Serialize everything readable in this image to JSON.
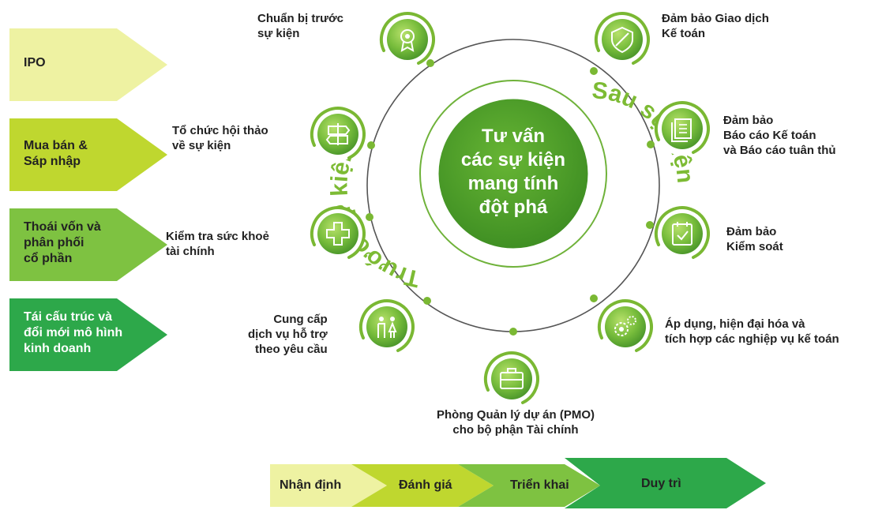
{
  "colors": {
    "arrow1": "#eef2a2",
    "arrow2": "#bfd72f",
    "arrow3": "#7ec241",
    "arrow4": "#2da84a",
    "ring": "#555555",
    "node_dot": "#7ab833",
    "icon_green_dark": "#4f9a2c",
    "icon_green_light": "#9fd356",
    "center_outer": "#5aa72f",
    "center_inner": "#3f8f23",
    "arc_text": "#7dbb34"
  },
  "left_arrows": [
    {
      "label": "IPO"
    },
    {
      "label": "Mua bán &\nSáp nhập"
    },
    {
      "label": "Thoái vốn và\nphân phối\ncổ phần"
    },
    {
      "label": "Tái cấu trúc và\nđổi mới mô hình\nkinh doanh"
    }
  ],
  "center": {
    "text": "Tư vấn\ncác sự kiện\nmang tính\nđột phá",
    "arc_left": "Trước sự kiện",
    "arc_right": "Sau sự kiện"
  },
  "nodes": [
    {
      "label": "Chuẩn bị trước\nsự kiện",
      "icon": "award-ribbon-icon"
    },
    {
      "label": "Tổ chức hội thảo\nvề sự kiện",
      "icon": "signpost-icon"
    },
    {
      "label": "Kiểm tra sức khoẻ\ntài chính",
      "icon": "medical-cross-icon"
    },
    {
      "label": "Cung cấp\ndịch vụ hỗ trợ\ntheo yêu cầu",
      "icon": "people-icon"
    },
    {
      "label": "Phòng Quản lý dự án (PMO)\ncho bộ phận Tài chính",
      "icon": "briefcase-icon"
    },
    {
      "label": "Áp dụng, hiện đại hóa và\ntích hợp các nghiệp vụ kế toán",
      "icon": "gears-icon"
    },
    {
      "label": "Đảm bảo\nKiểm soát",
      "icon": "checklist-icon"
    },
    {
      "label": "Đảm bảo\nBáo cáo Kế toán\nvà Báo cáo tuân thủ",
      "icon": "documents-icon"
    },
    {
      "label": "Đảm bảo Giao dịch\nKế toán",
      "icon": "shield-icon"
    }
  ],
  "bottom_stages": [
    {
      "label": "Nhận định"
    },
    {
      "label": "Đánh giá"
    },
    {
      "label": "Triển khai"
    },
    {
      "label": "Duy trì"
    }
  ]
}
